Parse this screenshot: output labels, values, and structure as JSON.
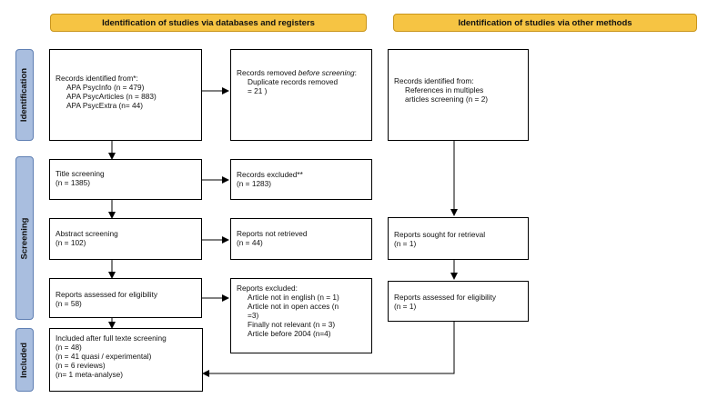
{
  "headers": {
    "databases": "Identification of studies via databases and registers",
    "other": "Identification of studies via other methods"
  },
  "phases": {
    "identification": "Identification",
    "screening": "Screening",
    "included": "Included"
  },
  "boxes": {
    "records_identified": {
      "title": "Records identified from*:",
      "lines": [
        "APA PsycInfo (n = 479)",
        "APA PsycArticles (n = 883)",
        "APA PsycExtra (n= 44)"
      ]
    },
    "records_removed": {
      "title_part1": "Records removed ",
      "title_italic": "before screening",
      "title_part2": ":",
      "lines": [
        "Duplicate records removed",
        "= 21 )"
      ]
    },
    "other_records": {
      "title": "Records identified from:",
      "lines": [
        "References in multiples",
        "articles screening (n = 2)"
      ]
    },
    "title_screening": {
      "title": "Title screening",
      "lines": [
        "(n = 1385)"
      ]
    },
    "records_excluded": {
      "title": "Records excluded**",
      "lines": [
        "(n = 1283)"
      ]
    },
    "abstract_screening": {
      "title": "Abstract screening",
      "lines": [
        "(n = 102)"
      ]
    },
    "not_retrieved": {
      "title": "Reports not retrieved",
      "lines": [
        "(n = 44)"
      ]
    },
    "other_sought": {
      "title": "Reports sought for retrieval",
      "lines": [
        "(n = 1)"
      ]
    },
    "assessed": {
      "title": "Reports assessed for eligibility",
      "lines": [
        "(n = 58)"
      ]
    },
    "reports_excluded": {
      "title": "Reports excluded:",
      "lines": [
        "Article not in english (n = 1)",
        "Article not in open acces (n",
        "=3)",
        "Finally not relevant (n = 3)",
        "Article before 2004 (n=4)"
      ]
    },
    "other_assessed": {
      "title": "Reports assessed for eligibility",
      "lines": [
        "(n = 1)"
      ]
    },
    "included": {
      "title": "Included after full texte screening",
      "lines": [
        "(n = 48)",
        "(n = 41 quasi / experimental)",
        "(n = 6 reviews)",
        "(n= 1 meta-analyse)"
      ]
    }
  }
}
